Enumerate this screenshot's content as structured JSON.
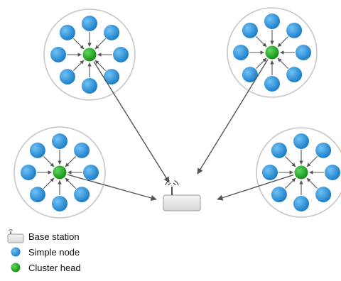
{
  "diagram": {
    "clusters": [
      {
        "name": "cluster-top-left",
        "simple_nodes": 8
      },
      {
        "name": "cluster-top-right",
        "simple_nodes": 8
      },
      {
        "name": "cluster-bottom-left",
        "simple_nodes": 8
      },
      {
        "name": "cluster-bottom-right",
        "simple_nodes": 8
      }
    ],
    "colors": {
      "simple_node": "#2b8fd6",
      "cluster_head": "#23a02a",
      "cluster_ring": "#c7c7c7",
      "arrow": "#555555",
      "base_station": "#e6e6e6"
    },
    "icons": {
      "base_station": "base-station-icon",
      "simple_node": "simple-node-icon",
      "cluster_head": "cluster-head-icon"
    }
  },
  "legend": {
    "base_station_label": "Base station",
    "simple_node_label": "Simple node",
    "cluster_head_label": "Cluster head"
  }
}
